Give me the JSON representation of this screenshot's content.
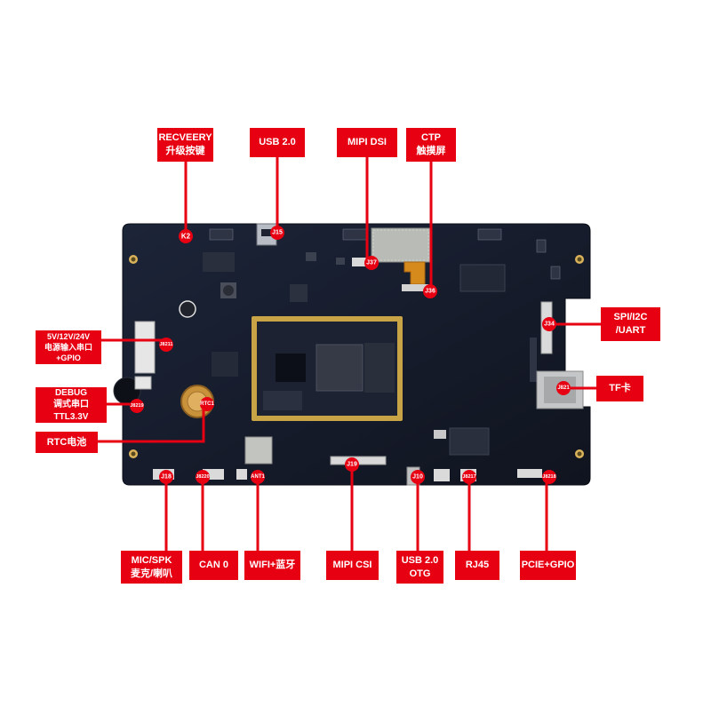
{
  "colors": {
    "accent": "#e60012",
    "board": "#141a2b",
    "gold": "#c9a446",
    "text": "#ffffff"
  },
  "labels": {
    "recovery": {
      "line1": "RECVEERY",
      "line2": "升级按键"
    },
    "usb20": {
      "line1": "USB 2.0"
    },
    "mipi_dsi": {
      "line1": "MIPI DSI"
    },
    "ctp": {
      "line1": "CTP",
      "line2": "触摸屏"
    },
    "spi": {
      "line1": "SPI/I2C",
      "line2": "/UART"
    },
    "tf": {
      "line1": "TF卡"
    },
    "power": {
      "line1": "5V/12V/24V",
      "line2": "电源输入串口",
      "line3": "+GPIO"
    },
    "debug": {
      "line1": "DEBUG",
      "line2": "调式串口",
      "line3": "TTL3.3V"
    },
    "rtc": {
      "line1": "RTC电池"
    },
    "mic": {
      "line1": "MIC/SPK",
      "line2": "麦克/喇叭"
    },
    "can": {
      "line1": "CAN 0"
    },
    "wifi": {
      "line1": "WIFI+蓝牙"
    },
    "mipi_csi": {
      "line1": "MIPI CSI"
    },
    "usb_otg": {
      "line1": "USB 2.0",
      "line2": "OTG"
    },
    "rj45": {
      "line1": "RJ45"
    },
    "pcie": {
      "line1": "PCIE+GPIO"
    }
  },
  "connectors": {
    "k2": "K2",
    "j15": "J15",
    "j37": "J37",
    "j36": "J36",
    "j34": "J34",
    "j821": "J821",
    "j8211": "J8211",
    "j8219": "J8219",
    "rtc1": "RTC1",
    "j18": "J18",
    "j8220": "J8220",
    "ant1": "ANT1",
    "j19": "J19",
    "j10": "J10",
    "j8217": "J8217",
    "j8218": "J8218"
  }
}
